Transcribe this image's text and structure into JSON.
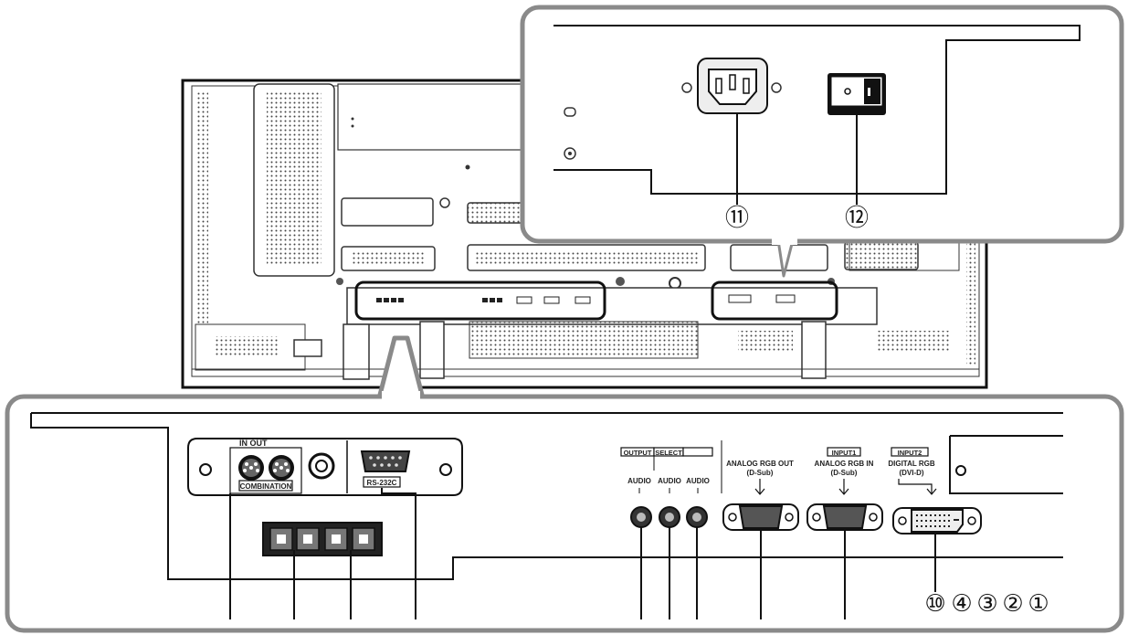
{
  "callouts": {
    "c11": "⑪",
    "c12": "⑫",
    "bottom": [
      "⑩",
      "④",
      "③",
      "②",
      "①"
    ]
  },
  "labels": {
    "in_out": "IN OUT",
    "combination": "COMBINATION",
    "rs232c": "RS-232C",
    "output_tag": "OUTPUT",
    "select_tag": "SELECT",
    "audio": "AUDIO",
    "analog_out_1": "ANALOG RGB OUT",
    "analog_out_2": "(D-Sub)",
    "input1_tag": "INPUT1",
    "analog_in_1": "ANALOG RGB IN",
    "analog_in_2": "(D-Sub)",
    "input2_tag": "INPUT2",
    "digital_1": "DIGITAL RGB",
    "digital_2": "(DVI-D)"
  },
  "colors": {
    "frame": "#8a8a8a",
    "line": "#111111",
    "panel": "#ffffff"
  }
}
